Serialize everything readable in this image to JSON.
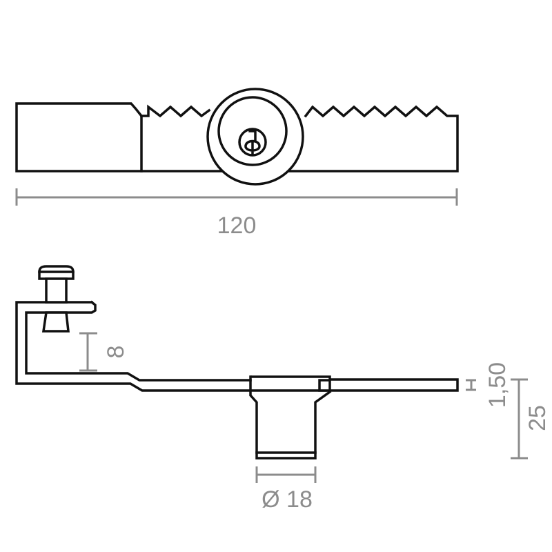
{
  "colors": {
    "outline": "#111111",
    "dimension": "#8c8c8c",
    "background": "#ffffff"
  },
  "dimensions": {
    "overall_length": "120",
    "hook_gap": "8",
    "plate_thickness": "1,50",
    "total_height": "25",
    "cylinder_diameter": "Ø 18"
  }
}
